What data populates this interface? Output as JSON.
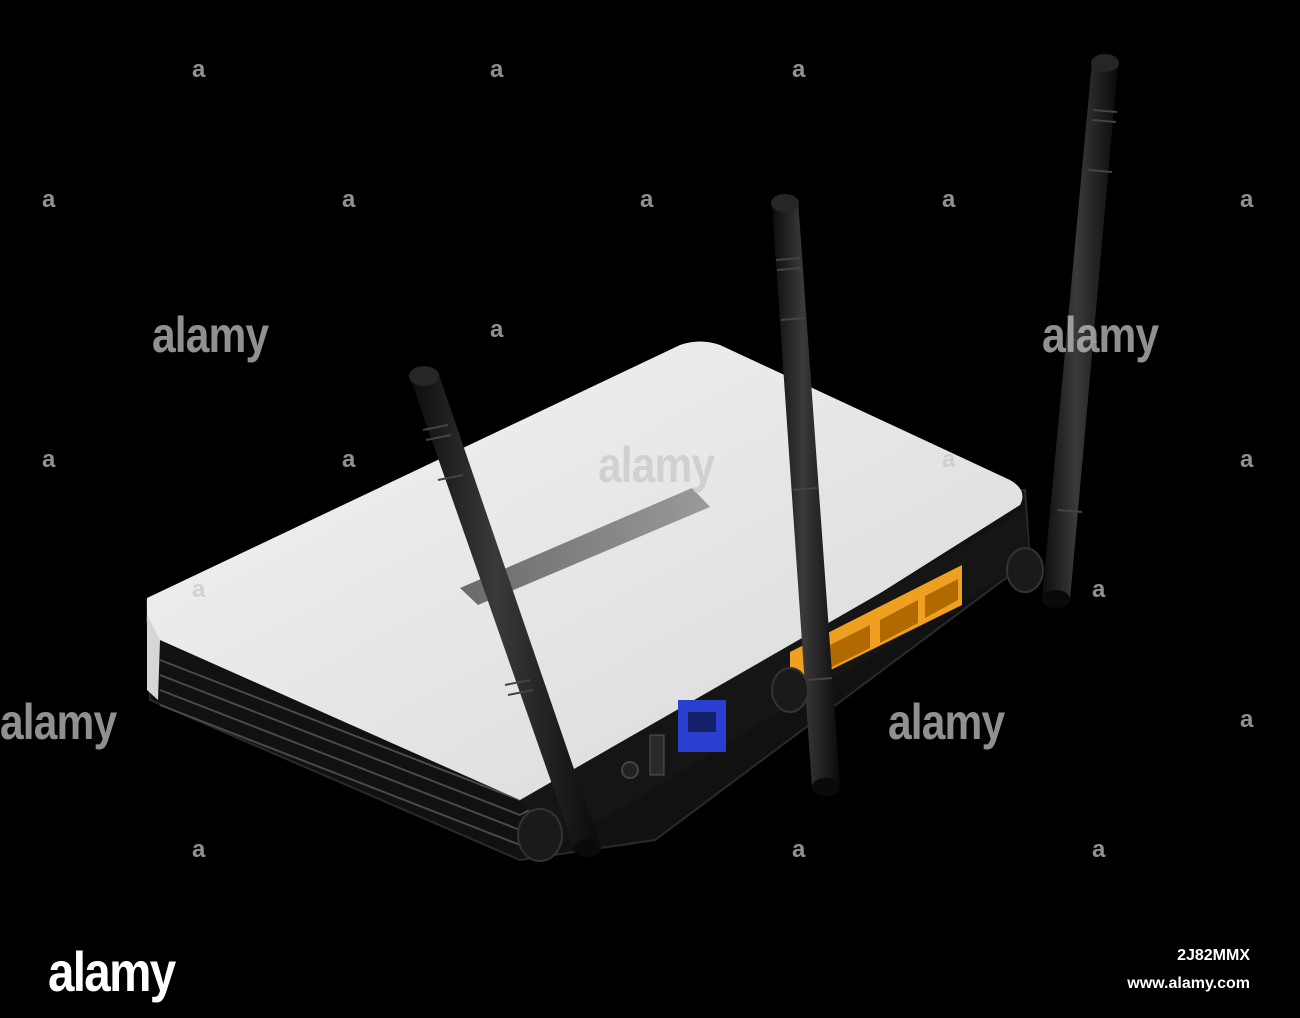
{
  "watermark": {
    "word": "alamy",
    "letter": "a"
  },
  "footer": {
    "logo": "alamy",
    "image_id": "2J82MMX",
    "url": "www.alamy.com"
  },
  "colors": {
    "background": "#000000",
    "router_body": "#e8e8e8",
    "antenna": "#1a1a1a",
    "wan_port": "#2a3fd0",
    "lan_ports": "#f0a020"
  }
}
